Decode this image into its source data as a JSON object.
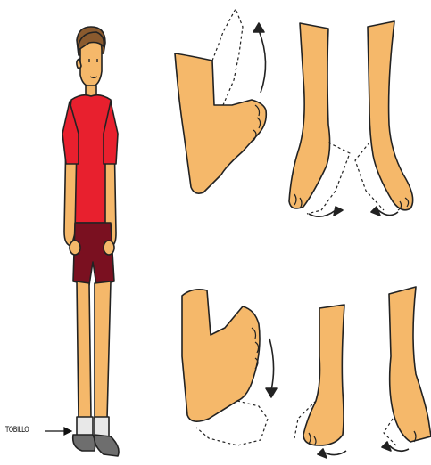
{
  "labels": {
    "ankle": "TOBILLO"
  },
  "colors": {
    "skin": "#F5B86A",
    "shirt": "#E8202E",
    "shorts": "#7A1020",
    "hair": "#8A5A2E",
    "sock": "#E8E8E8",
    "shoe": "#6E6E6E",
    "outline": "#222222"
  },
  "figure": {
    "description_icon": "standing-boy-icon"
  },
  "panels": [
    {
      "name": "foot-flex-up-side",
      "icon": "foot-dorsiflexion-icon"
    },
    {
      "name": "foot-inversion-left",
      "icon": "foot-inversion-icon"
    },
    {
      "name": "foot-eversion-right",
      "icon": "foot-eversion-icon"
    },
    {
      "name": "foot-point-down-side",
      "icon": "foot-plantarflexion-icon"
    },
    {
      "name": "foot-rotate-left",
      "icon": "foot-rotation-left-icon"
    },
    {
      "name": "foot-rotate-right",
      "icon": "foot-rotation-right-icon"
    }
  ]
}
